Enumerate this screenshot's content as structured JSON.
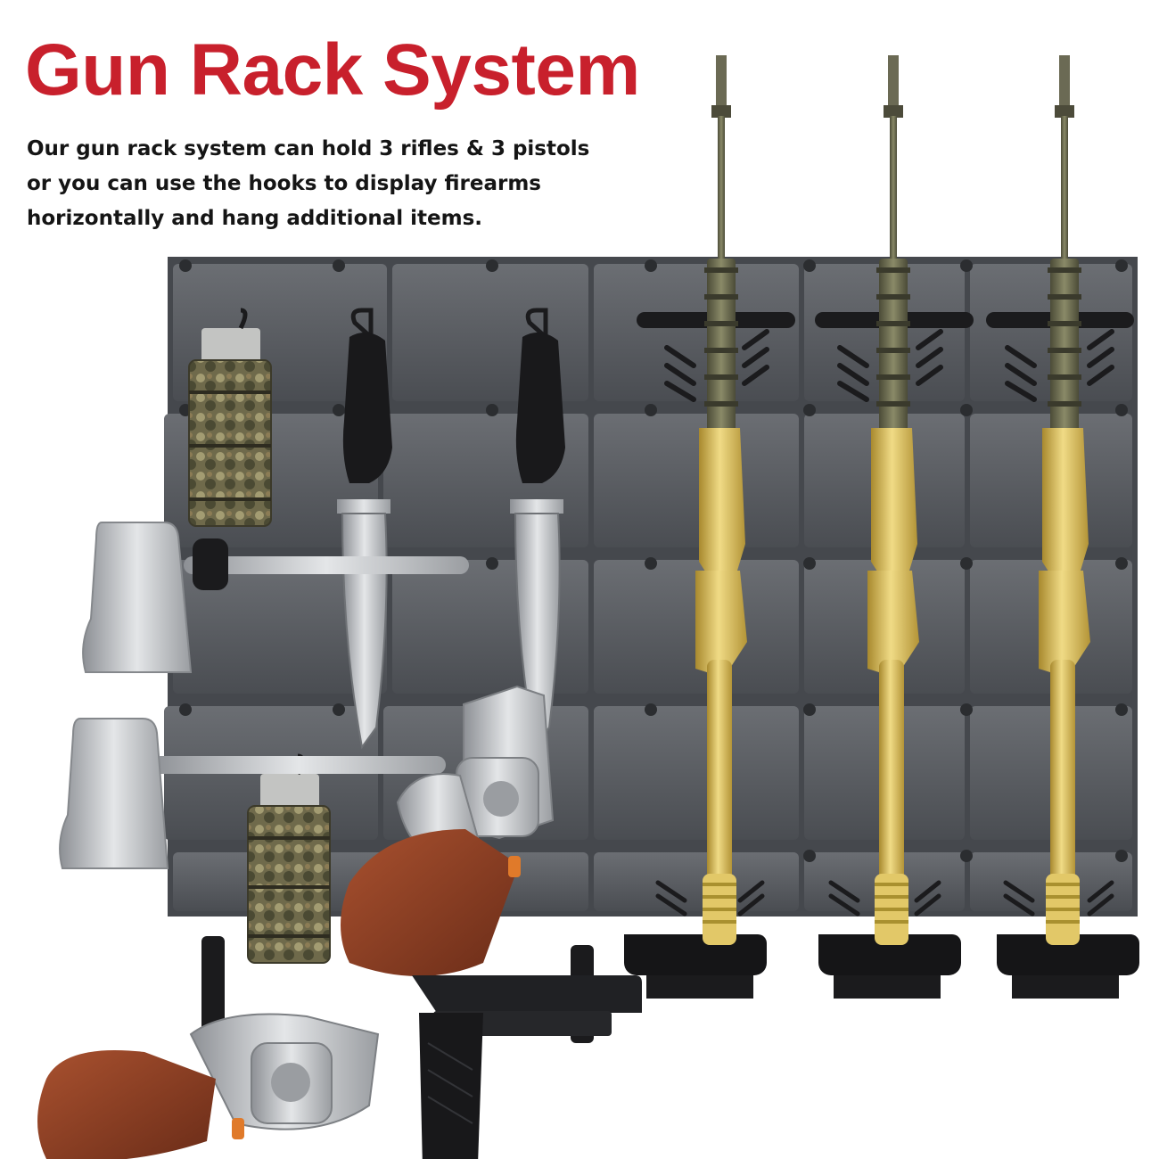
{
  "header": {
    "title": "Gun Rack System",
    "description_lines": [
      "Our gun rack system can hold 3 rifles & 3 pistols",
      "or you can use the hooks to display firearms",
      "horizontally and hang additional items."
    ]
  },
  "colors": {
    "title": "#c8202c",
    "text": "#151515",
    "panel": "#55585d",
    "panel_dark": "#3c3f43",
    "rifle_upper": "#6a6a4e",
    "rifle_lower": "#d9c060",
    "black_hardware": "#1b1b1d",
    "steel": "#b9bcbf",
    "leather": "#8a3d24",
    "camo": "#7c7656"
  },
  "items": [
    {
      "name": "rifle",
      "count": 3
    },
    {
      "name": "pistol",
      "count": 3
    },
    {
      "name": "knife",
      "count": 2
    },
    {
      "name": "axe",
      "count": 2
    },
    {
      "name": "magazine-pouch",
      "count": 2
    }
  ]
}
